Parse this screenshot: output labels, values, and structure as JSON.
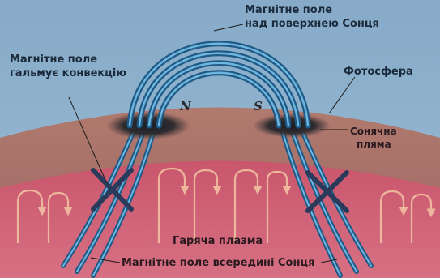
{
  "labels": {
    "field_above_line1": "Магнітне поле",
    "field_above_line2": "над поверхнею Сонця",
    "field_blocks_line1": "Магнітне поле",
    "field_blocks_line2": "гальмує конвекцію",
    "photosphere": "Фотосфера",
    "sunspot_line1": "Сонячна",
    "sunspot_line2": "пляма",
    "hot_plasma": "Гаряча плазма",
    "field_inside": "Магнітне поле всередині Сонця",
    "pole_n": "N",
    "pole_s": "S"
  },
  "colors": {
    "sky": "#8fb3cf",
    "photosphere": "#a9746a",
    "plasma": "#c95a6e",
    "field_dark": "#1f5a86",
    "field_light": "#6fb6df",
    "sunspot": "#2b2b2e",
    "arrow": "#f2c7a4"
  }
}
